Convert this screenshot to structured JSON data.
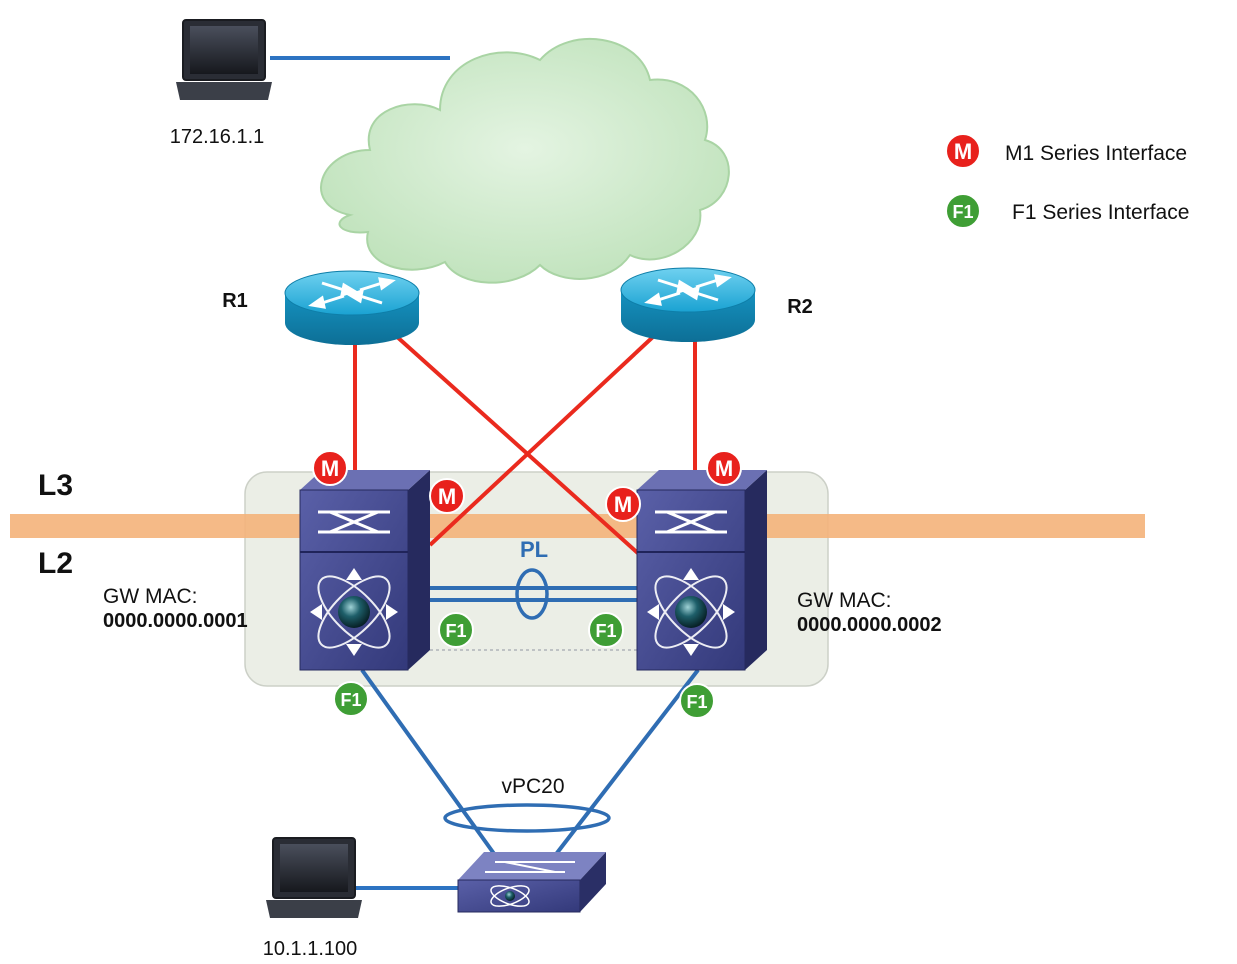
{
  "hosts": {
    "top": {
      "label": "172.16.1.1",
      "icon": "laptop-icon"
    },
    "bottom": {
      "label": "10.1.1.100",
      "icon": "laptop-icon"
    }
  },
  "routers": {
    "r1": {
      "label": "R1",
      "icon": "router-icon"
    },
    "r2": {
      "label": "R2",
      "icon": "router-icon"
    }
  },
  "layers": {
    "l3": "L3",
    "l2": "L2"
  },
  "peer_link": {
    "label": "PL"
  },
  "vpc": {
    "label": "vPC20"
  },
  "switches": {
    "left": {
      "gw_title": "GW MAC:",
      "gw_mac": "0000.0000.0001",
      "icon": "nexus-switch-icon"
    },
    "right": {
      "gw_title": "GW MAC:",
      "gw_mac": "0000.0000.0002",
      "icon": "nexus-switch-icon"
    },
    "access": {
      "icon": "access-switch-icon"
    }
  },
  "badges": {
    "m": "M",
    "f": "F1"
  },
  "legend": {
    "m1": {
      "badge": "M",
      "label": "M1 Series Interface"
    },
    "f1": {
      "badge": "F1",
      "label": "F1 Series Interface"
    }
  },
  "colors": {
    "m_badge": "#e8211c",
    "f_badge": "#3f9e35",
    "l3_links": "#ea2a1e",
    "l2_links": "#2f6db3",
    "host_link": "#2d73c2",
    "layer_band": "#f4b27a",
    "cloud": "#c9e8c6",
    "router": "#1ea3cf",
    "switch": "#3d4385"
  }
}
